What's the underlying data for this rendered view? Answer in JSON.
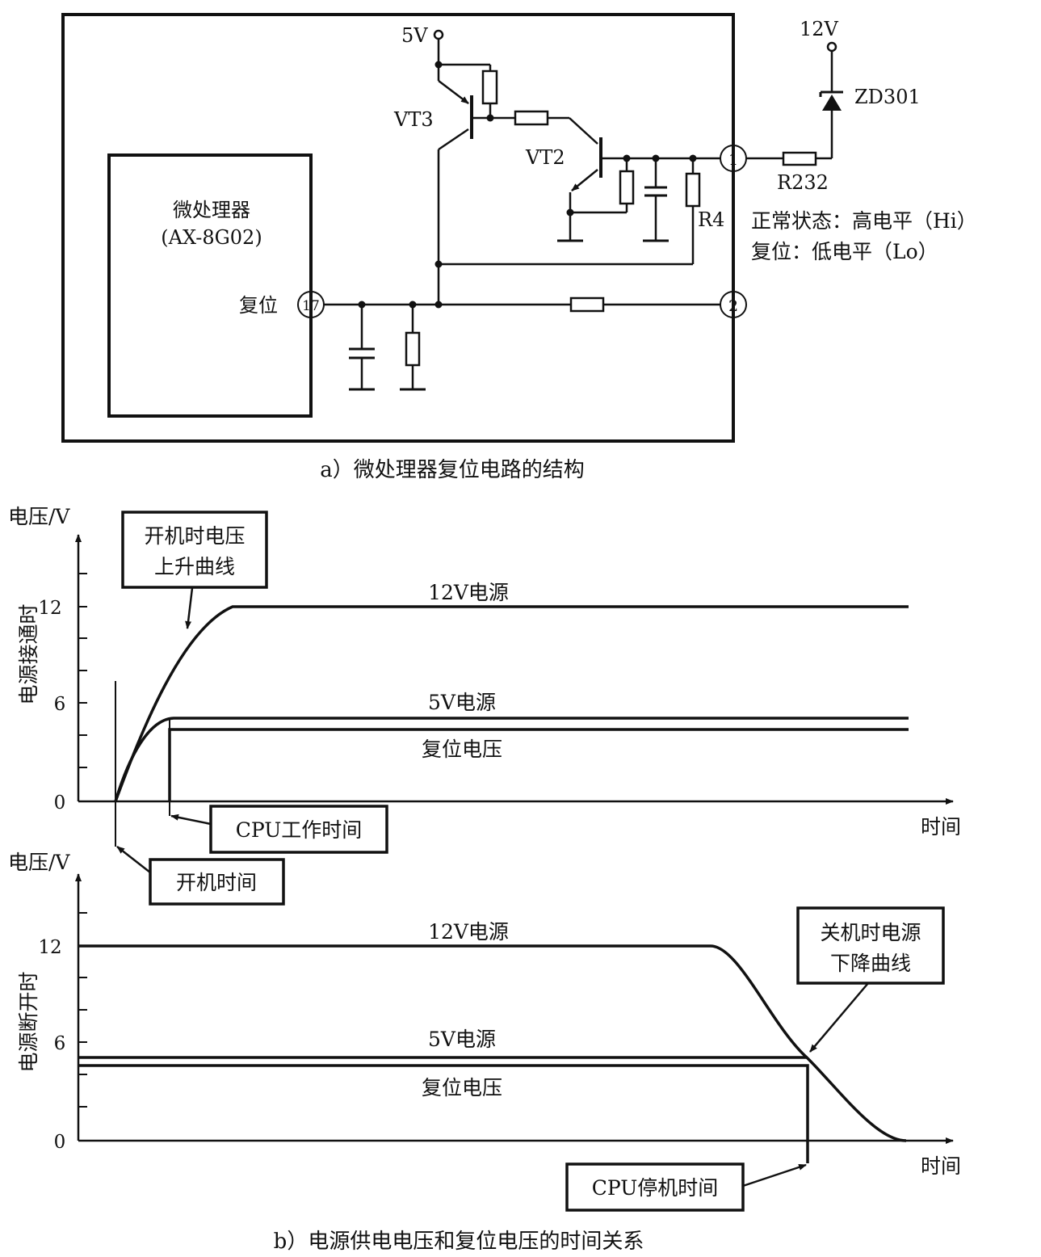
{
  "circuit": {
    "v5": "5V",
    "v12": "12V",
    "vt3": "VT3",
    "vt2": "VT2",
    "zd301": "ZD301",
    "r232": "R232",
    "r4": "R4",
    "pin1": "1",
    "pin2": "2",
    "pin17": "17",
    "mcu_name": "微处理器",
    "mcu_model": "(AX-8G02)",
    "reset_label": "复位",
    "normal_state": "正常状态：高电平（Hi）",
    "reset_state": "复位：低电平（Lo）",
    "caption": "a）微处理器复位电路的结构"
  },
  "chart_top": {
    "ylabel": "电压/V",
    "side_label": "电源接通时",
    "xlabel": "时间",
    "ticks": [
      "12",
      "6",
      "0"
    ],
    "label_12v": "12V电源",
    "label_5v": "5V电源",
    "label_reset": "复位电压",
    "callout_rise": [
      "开机时电压",
      "上升曲线"
    ],
    "callout_cpu": "CPU工作时间",
    "callout_power_on": "开机时间"
  },
  "chart_bottom": {
    "ylabel": "电压/V",
    "side_label": "电源断开时",
    "xlabel": "时间",
    "ticks": [
      "12",
      "6",
      "0"
    ],
    "label_12v": "12V电源",
    "label_5v": "5V电源",
    "label_reset": "复位电压",
    "callout_fall": [
      "关机时电源",
      "下降曲线"
    ],
    "callout_cpu_stop": "CPU停机时间"
  },
  "caption_b": "b）电源供电电压和复位电压的时间关系",
  "chart_data": [
    {
      "type": "line",
      "ylabel": "电压/V",
      "xlabel": "时间",
      "yticks": [
        0,
        6,
        12
      ],
      "series": [
        {
          "name": "12V电源",
          "shape": "rises from 0 at power-on to 12 then stays at 12"
        },
        {
          "name": "5V电源",
          "shape": "rises from 0 at power-on to 5 then stays at 5"
        },
        {
          "name": "复位电压",
          "shape": "steps from 0 to about 4.5 at CPU start time then stays"
        }
      ]
    },
    {
      "type": "line",
      "ylabel": "电压/V",
      "xlabel": "时间",
      "yticks": [
        0,
        6,
        12
      ],
      "series": [
        {
          "name": "12V电源",
          "shape": "stays at 12 then falls to 0 at power-off"
        },
        {
          "name": "5V电源",
          "shape": "stays at 5 until power-off"
        },
        {
          "name": "复位电压",
          "shape": "stays at about 4.5 then drops to 0 at CPU stop time"
        }
      ]
    }
  ]
}
